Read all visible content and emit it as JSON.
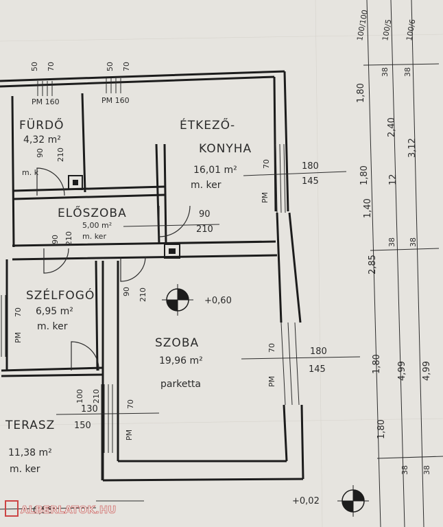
{
  "rooms": {
    "furdo": {
      "name": "FÜRDŐ",
      "area": "4,32 m²"
    },
    "etkezo": {
      "name1": "ÉTKEZŐ-",
      "name2": "KONYHA",
      "area": "16,01 m²",
      "floor": "m. ker"
    },
    "eloszoba": {
      "name": "ELŐSZOBA",
      "area": "5,00 m²",
      "floor": "m. ker"
    },
    "szelfogo": {
      "name": "SZÉLFOGÓ",
      "area": "6,95 m²",
      "floor": "m. ker"
    },
    "szoba": {
      "name": "SZOBA",
      "area": "19,96 m²",
      "floor": "parketta"
    },
    "terasz": {
      "name": "TERASZ",
      "area": "11,38 m²",
      "floor": "m. ker"
    }
  },
  "labels": {
    "pm160_a": "PM 160",
    "pm160_b": "PM 160",
    "furdo_door_w": "90",
    "furdo_door_h": "210",
    "furdo_floor": "m. k",
    "top_a_50": "50",
    "top_a_70": "70",
    "top_b_50": "50",
    "top_b_70": "70",
    "kitchen_pm": "PM",
    "kitchen_70": "70",
    "kitchen_180": "180",
    "kitchen_145": "145",
    "hall_door_90": "90",
    "hall_door_210": "210",
    "hall_90": "90",
    "hall_210": "210",
    "szelfogo_70": "70",
    "szelfogo_pm": "PM",
    "szelfogo_door_90": "90",
    "szelfogo_door_210": "210",
    "szoba_pm": "PM",
    "szoba_70": "70",
    "szoba_180": "180",
    "szoba_145": "145",
    "level_060": "+0,60",
    "level_002": "+0,02",
    "terasz_100": "100",
    "terasz_210": "210",
    "terasz_130": "130",
    "terasz_150": "150",
    "terasz_70": "70",
    "terasz_pm": "PM",
    "bottom_055": "0,55",
    "watermark": "ALBERLATOK.HU"
  },
  "right_dims": {
    "col1": [
      "1,80",
      "1,80",
      "1,40",
      "2,85",
      "1,80",
      "1,80"
    ],
    "col2": [
      "2,40",
      "12",
      "4,99"
    ],
    "col3": [
      "3,12",
      "4,99"
    ],
    "top_rot": [
      "100/100",
      "100/5",
      "100/6"
    ],
    "small_38": [
      "38",
      "38",
      "38",
      "38",
      "38",
      "38"
    ]
  },
  "colors": {
    "paper": "#e6e4df",
    "ink": "#1c1c1c",
    "watermark": "#cc4444"
  }
}
